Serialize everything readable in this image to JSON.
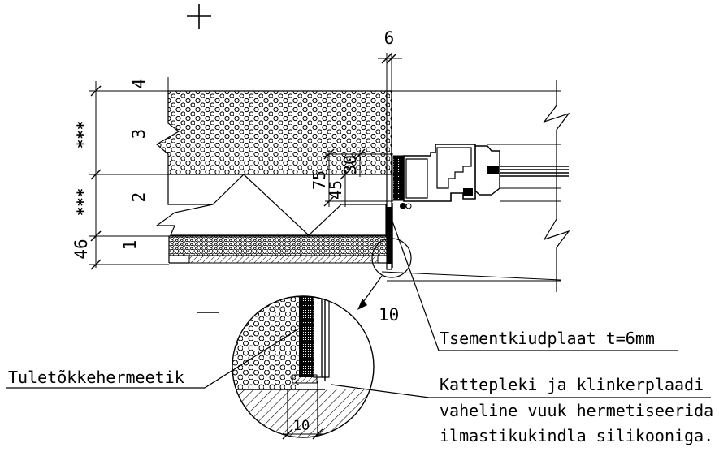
{
  "dimensions": {
    "top_gap": "6",
    "layer_4": "4",
    "layer_3": "3",
    "layer_2": "2",
    "layer_1": "1",
    "layer_1_thickness": "46",
    "stars_upper": "***",
    "stars_lower": "***",
    "frame_75": "75",
    "frame_45": "45",
    "frame_30": "30",
    "detail_ref": "10",
    "detail_gap": "10"
  },
  "symbols": {
    "plus": "+",
    "minus": "—"
  },
  "labels": {
    "sealant": "Tuletõkkehermeetik",
    "board": "Tsementkiudplaat t=6mm",
    "note_line1": "Katteplekі ja klinkerplaadi",
    "note_line2": "vaheline vuuk hermetiseerida",
    "note_line3": "ilmastikukindla silikooniga."
  },
  "colors": {
    "ink": "#000000",
    "paper": "#ffffff"
  }
}
